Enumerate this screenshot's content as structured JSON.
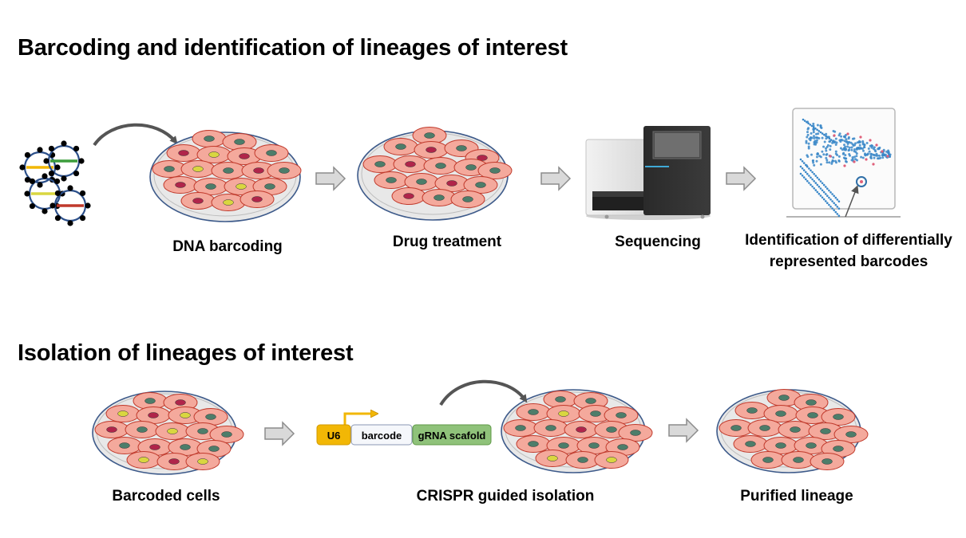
{
  "sections": [
    {
      "title": "Barcoding and identification of lineages of interest",
      "steps": [
        {
          "label": "DNA barcoding"
        },
        {
          "label": "Drug treatment"
        },
        {
          "label": "Sequencing"
        },
        {
          "label_lines": [
            "Identification of differentially",
            "represented barcodes"
          ]
        }
      ]
    },
    {
      "title": "Isolation of lineages of interest",
      "steps": [
        {
          "label": "Barcoded cells"
        },
        {
          "label": "CRISPR guided isolation"
        },
        {
          "label": "Purified lineage"
        }
      ]
    }
  ],
  "construct": {
    "promoter": "U6",
    "barcode": "barcode",
    "scaffold": "gRNA scafold"
  },
  "colors": {
    "cell_fill": "#f4a99c",
    "cell_stroke": "#c0392b",
    "nucleus_green": "#4d7d6a",
    "nucleus_red": "#b0254a",
    "nucleus_yellow": "#d9d640",
    "dish_fill": "#e8e8e8",
    "dish_stroke": "#3d5a8a",
    "arrow_fill": "#d9d9d9",
    "arrow_stroke": "#8c8c8c",
    "promoter_fill": "#f2b705",
    "scaffold_fill": "#8fc27a",
    "scatter_blue": "#3a87c8",
    "scatter_red": "#e0607a"
  }
}
